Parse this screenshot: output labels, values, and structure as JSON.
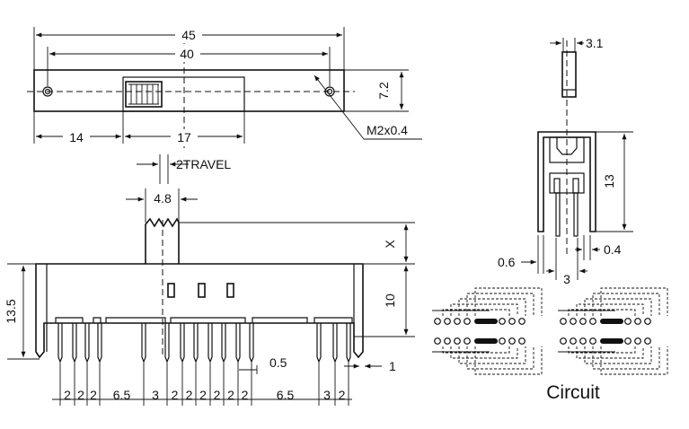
{
  "top_view": {
    "overall_length": "45",
    "mount_spacing": "40",
    "height": "7.2",
    "pos_a": "14",
    "pos_b": "17",
    "screw": "M2x0.4"
  },
  "side_view": {
    "travel": "2TRAVEL",
    "knob_width": "4.8",
    "knob_height": "X",
    "housing_height": "10",
    "total_height": "13.5",
    "pin_pitch_labels": [
      "2",
      "2",
      "2",
      "6.5",
      "3",
      "2",
      "2",
      "2",
      "2",
      "2",
      "2",
      "6.5",
      "3",
      "2",
      "2"
    ],
    "pin_width": "0.5",
    "edge_gap": "1"
  },
  "end_view": {
    "knob_width": "3.1",
    "height": "13",
    "pin_width": "0.6",
    "row_spacing": "3",
    "pin_thickness": "0.4"
  },
  "circuit": {
    "label": "Circuit"
  }
}
